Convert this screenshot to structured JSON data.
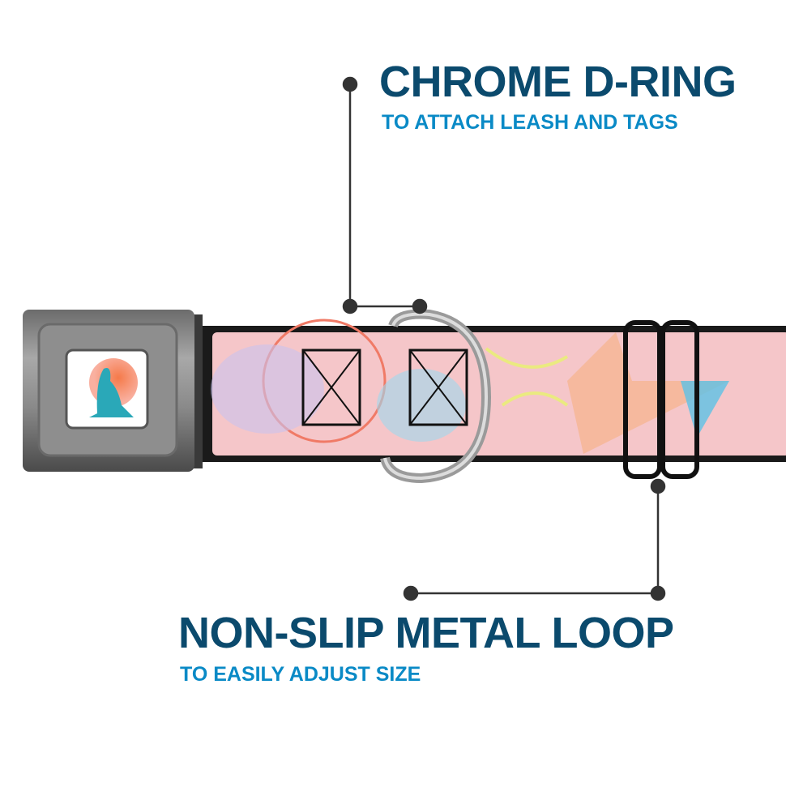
{
  "callouts": [
    {
      "title": "CHROME D-RING",
      "subtitle": "TO ATTACH LEASH AND TAGS"
    },
    {
      "title": "NON-SLIP METAL LOOP",
      "subtitle": "TO EASILY ADJUST SIZE"
    }
  ],
  "colors": {
    "title": "#0b4a6d",
    "subtitle": "#0a8ac6",
    "strap": "#f5c6c9",
    "leader": "#333333"
  }
}
